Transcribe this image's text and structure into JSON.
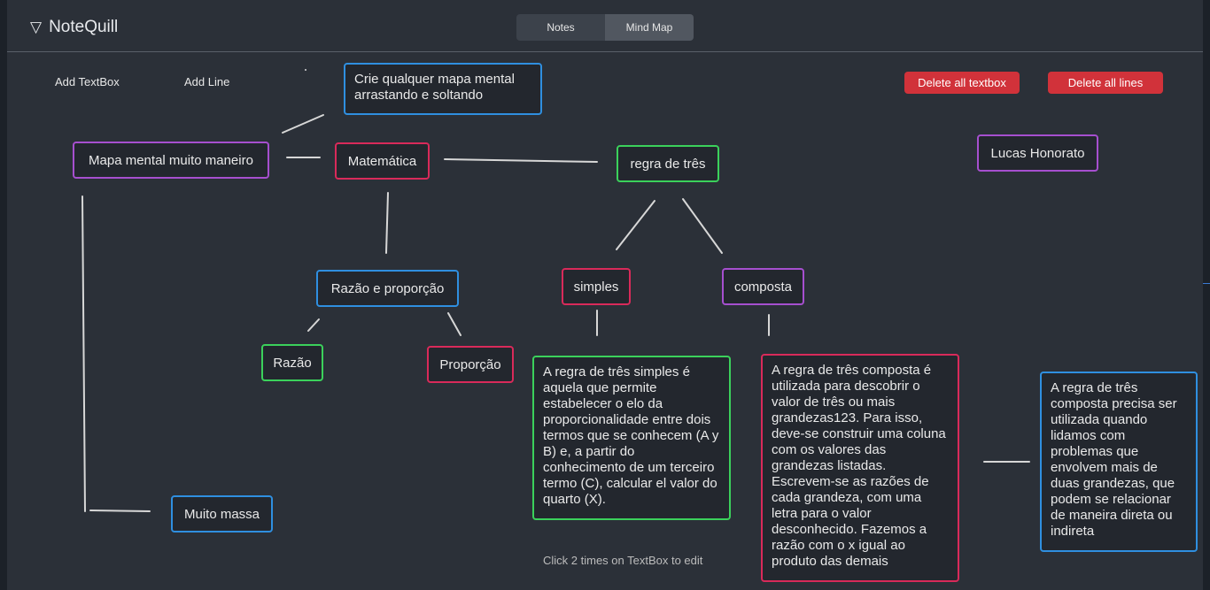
{
  "app": {
    "title": "NoteQuill",
    "collapse_icon": "triangle-down-icon"
  },
  "tabs": [
    {
      "label": "Notes",
      "active": false
    },
    {
      "label": "Mind Map",
      "active": true
    }
  ],
  "toolbar": {
    "add_textbox": "Add TextBox",
    "add_line": "Add Line",
    "delete_textboxes": "Delete all textbox",
    "delete_lines": "Delete all lines"
  },
  "colors": {
    "blue": "#2f8fe0",
    "purple": "#a64fcf",
    "red": "#d92a5a",
    "green": "#3bd15b",
    "danger": "#d1323a"
  },
  "nodes": {
    "intro": "Crie qualquer mapa mental arrastando e soltando",
    "root": "Mapa mental muito maneiro",
    "mat": "Matemática",
    "regra": "regra de três",
    "author": "Lucas Honorato",
    "razprop": "Razão e proporção",
    "simples": "simples",
    "composta": "composta",
    "razao": "Razão",
    "proporcao": "Proporção",
    "massa": "Muito massa",
    "simples_desc": "A regra de três simples é aquela que permite estabelecer o elo da proporcionalidade entre dois termos que se conhecem (A y B) e, a partir do conhecimento de um terceiro termo (C), calcular el valor do quarto (X).",
    "composta_desc": "A regra de três composta é utilizada para descobrir o valor de três ou mais grandezas123. Para isso, deve-se construir uma coluna com os valores das grandezas listadas. Escrevem-se as razões de cada grandeza, com uma letra para o valor desconhecido. Fazemos a razão com o x igual ao produto das demais",
    "composta_note": "A regra de três composta precisa ser utilizada quando lidamos com problemas que envolvem mais de duas grandezas, que podem se relacionar de maneira direta ou indireta"
  },
  "hint": "Click 2 times on TextBox to edit"
}
